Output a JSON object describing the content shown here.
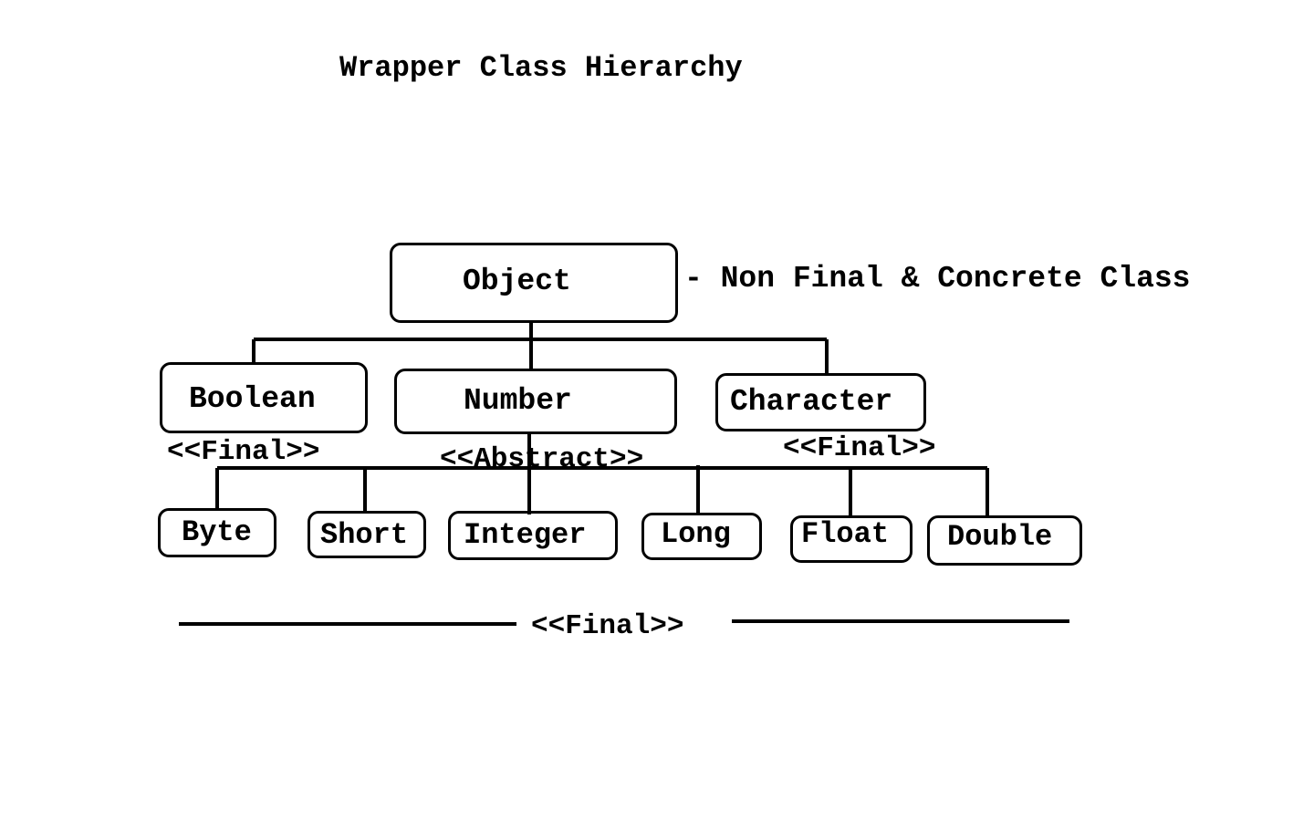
{
  "title": "Wrapper Class Hierarchy",
  "root": {
    "label": "Object",
    "annotation": "- Non Final & Concrete Class"
  },
  "level1": [
    {
      "label": "Boolean",
      "stereotype": "<<Final>>"
    },
    {
      "label": "Number",
      "stereotype": "<<Abstract>>"
    },
    {
      "label": "Character",
      "stereotype": "<<Final>>"
    }
  ],
  "level2": [
    {
      "label": "Byte"
    },
    {
      "label": "Short"
    },
    {
      "label": "Integer"
    },
    {
      "label": "Long"
    },
    {
      "label": "Float"
    },
    {
      "label": "Double"
    }
  ],
  "bottom_stereotype": "<<Final>>",
  "colors": {
    "stroke": "#000000",
    "background": "#ffffff"
  }
}
